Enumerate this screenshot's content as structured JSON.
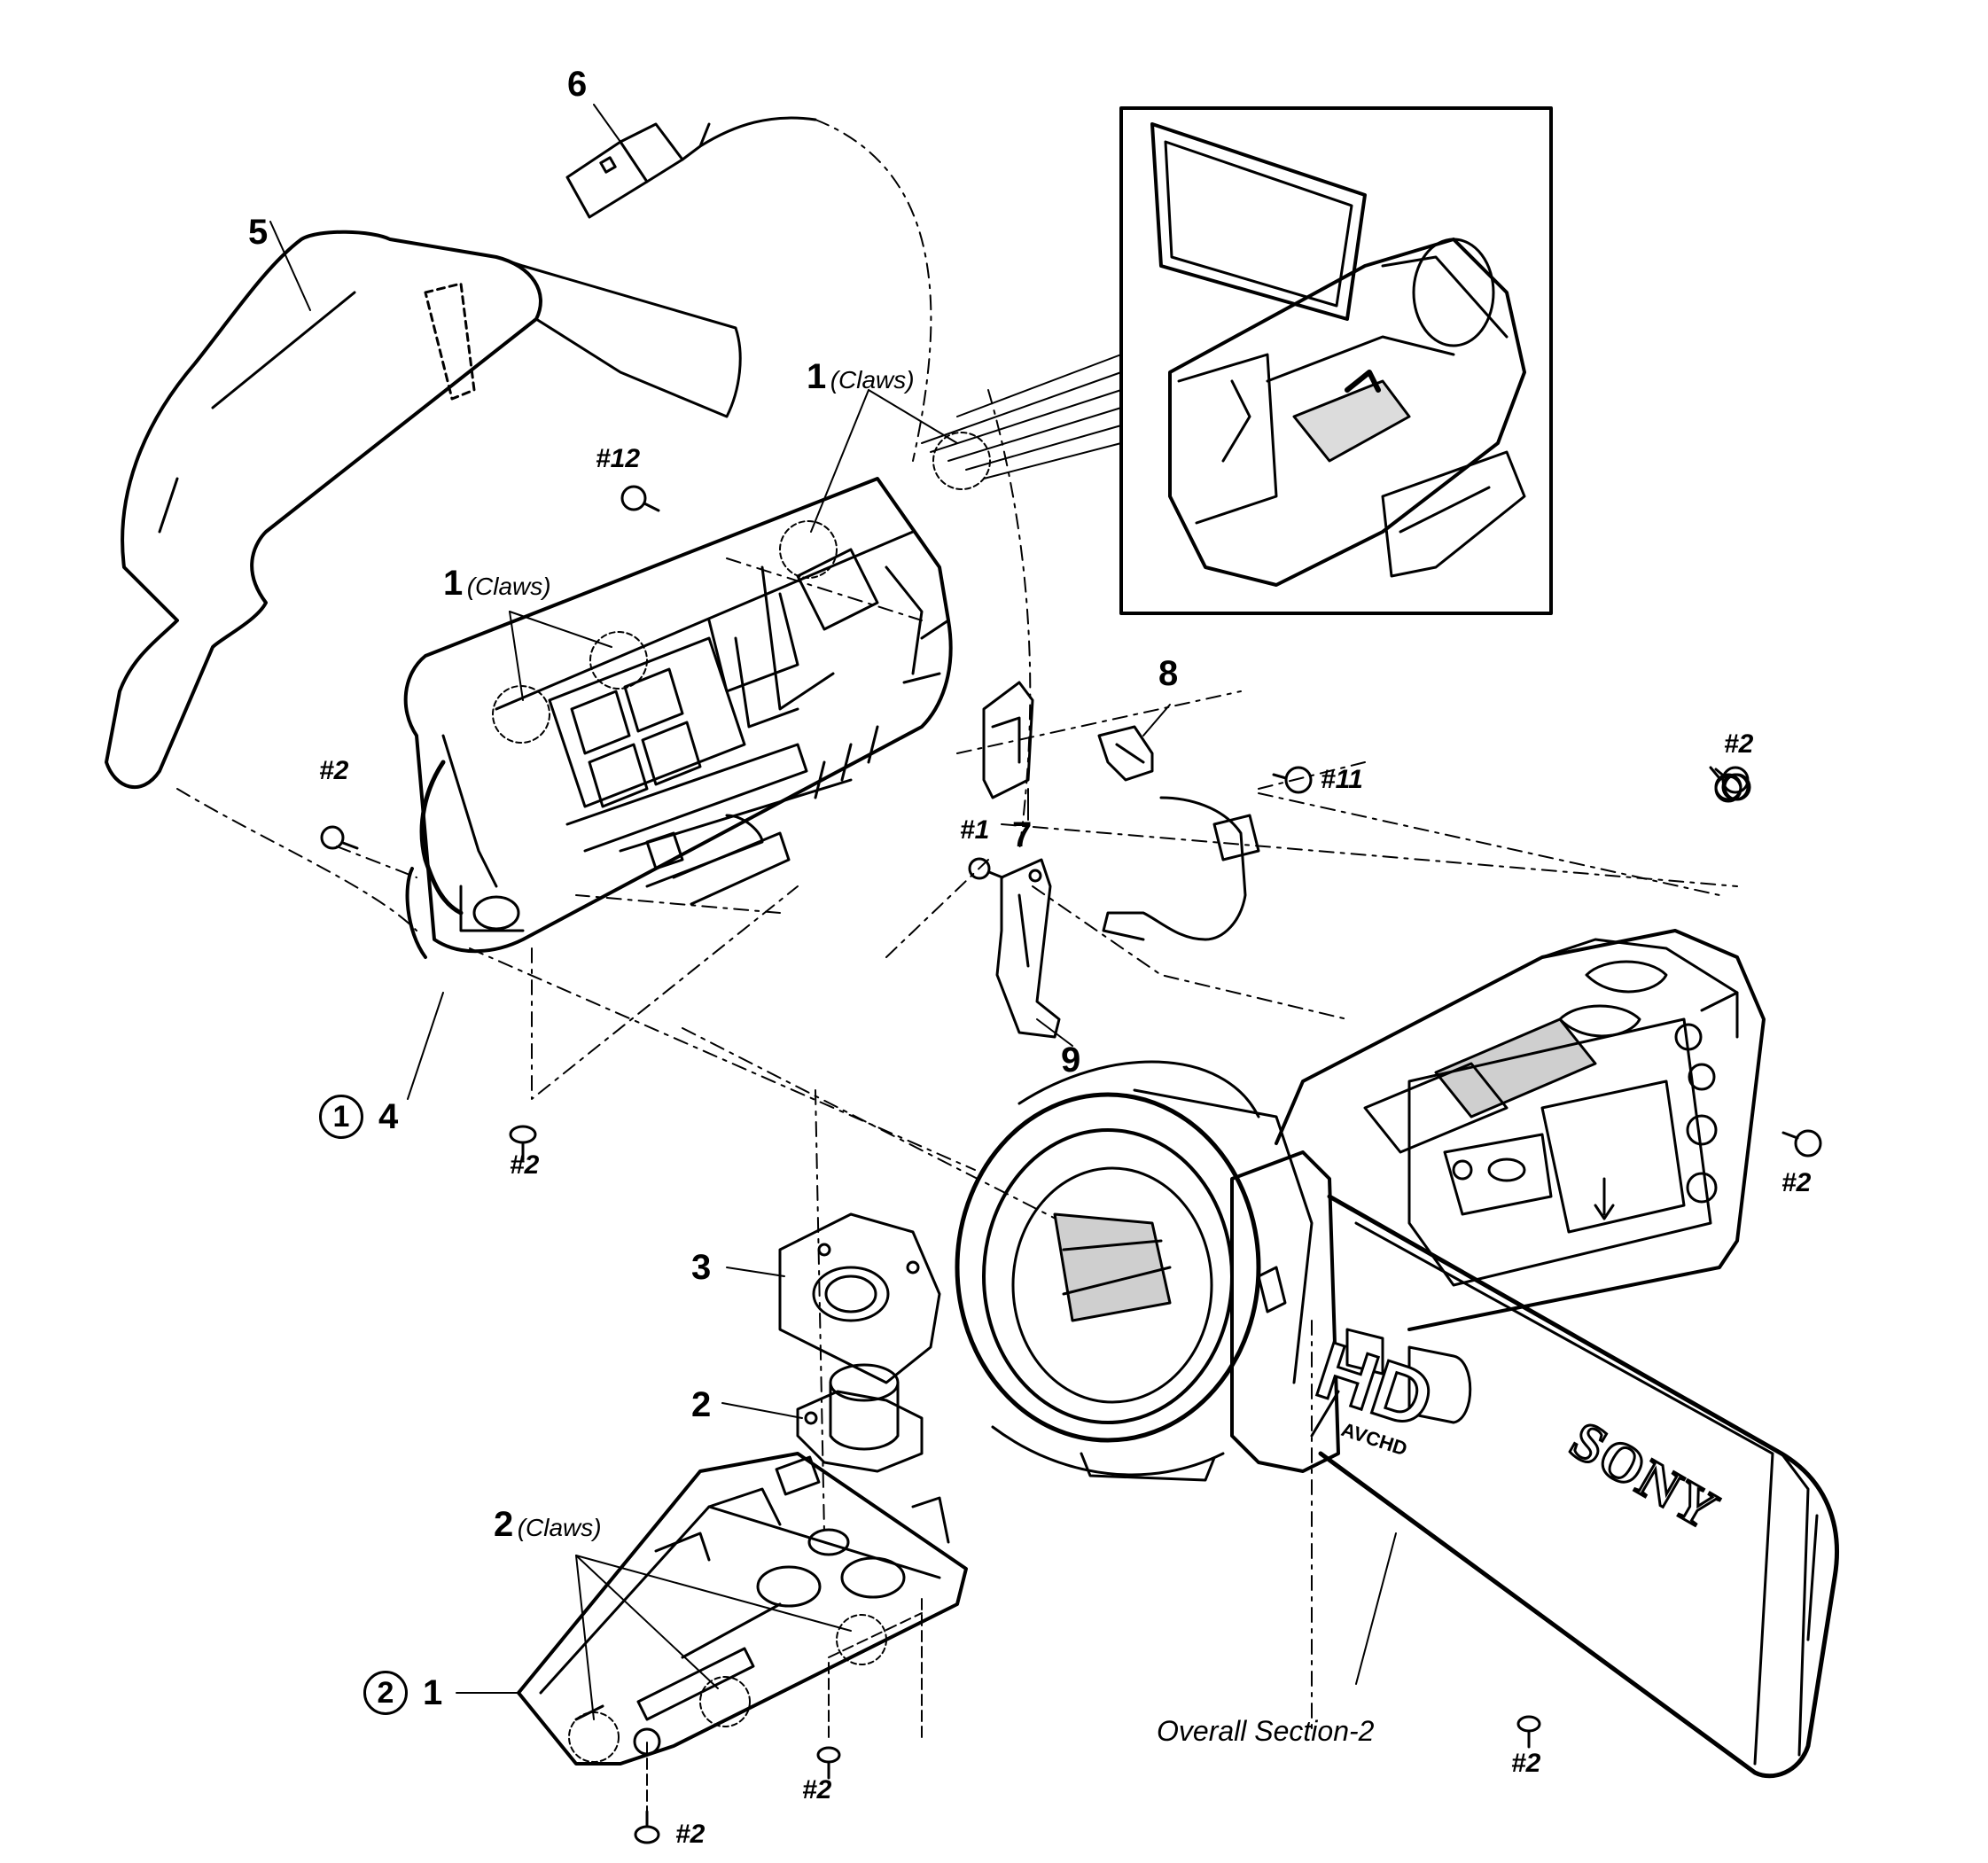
{
  "part_labels": {
    "p1": "1",
    "p2": "2",
    "p3": "3",
    "p4": "4",
    "p5": "5",
    "p6": "6",
    "p7": "7",
    "p8": "8",
    "p9": "9"
  },
  "claw_labels": {
    "upper": {
      "num": "1",
      "text": "(Claws)"
    },
    "middle": {
      "num": "1",
      "text": "(Claws)"
    },
    "lower": {
      "num": "2",
      "text": "(Claws)"
    }
  },
  "step_markers": {
    "s1": "1",
    "s2": "2"
  },
  "screws": {
    "s12": "#12",
    "s2_left": "#2",
    "s2_bottom_left": "#2",
    "s1": "#1",
    "s11": "#11",
    "s2_top_right": "#2",
    "s2_right": "#2",
    "s2_bottom_mid": "#2",
    "s2_bottom": "#2",
    "s2_bottom_right": "#2"
  },
  "caption": "Overall Section-2",
  "device_text": {
    "hd": "HD",
    "avchd": "AVCHD",
    "brand": "SONY"
  }
}
